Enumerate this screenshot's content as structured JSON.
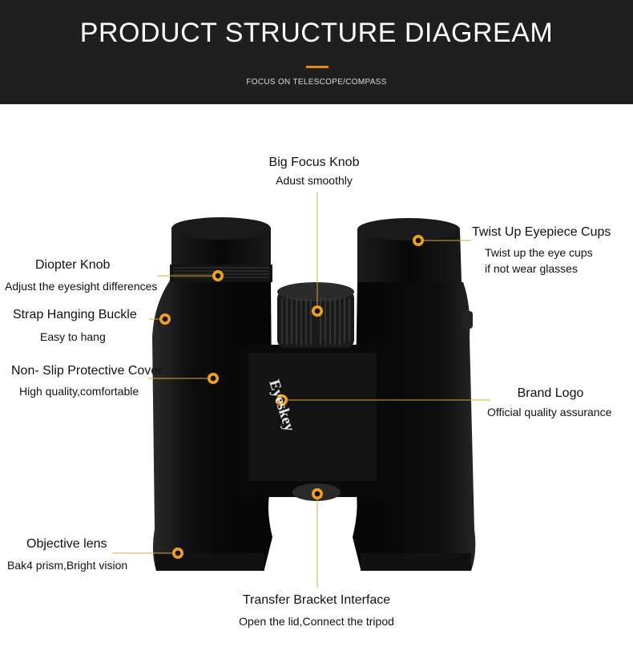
{
  "header": {
    "title": "PRODUCT STRUCTURE DIAGREAM",
    "subtitle": "FOCUS ON TELESCOPE/COMPASS",
    "accent_color": "#e8890a",
    "background_color": "#1f1f1f"
  },
  "brand_text": "Eyeskey",
  "callouts": {
    "focus_knob": {
      "title": "Big Focus Knob",
      "desc": "Adust smoothly"
    },
    "eyepiece": {
      "title": "Twist Up Eyepiece Cups",
      "desc1": "Twist up the eye cups",
      "desc2": "if not wear glasses"
    },
    "diopter": {
      "title": "Diopter Knob",
      "desc": "Adjust the eyesight differences"
    },
    "strap": {
      "title": "Strap Hanging Buckle",
      "desc": "Easy to hang"
    },
    "cover": {
      "title": "Non- Slip Protective Cover",
      "desc": "High quality,comfortable"
    },
    "logo": {
      "title": "Brand  Logo",
      "desc": "Official quality assurance"
    },
    "objective": {
      "title": "Objective lens",
      "desc": "Bak4 prism,Bright vision"
    },
    "bracket": {
      "title": "Transfer Bracket Interface",
      "desc": "Open the lid,Connect the tripod"
    }
  }
}
